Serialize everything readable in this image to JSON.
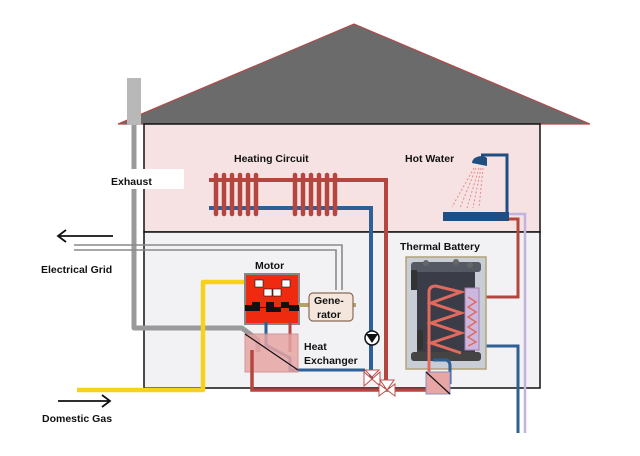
{
  "title": "Combined heat and power house diagram",
  "labels": {
    "heating_circuit": "Heating Circuit",
    "hot_water": "Hot Water",
    "exhaust": "Exhaust",
    "electrical_grid": "Electrical Grid",
    "motor": "Motor",
    "generator_line1": "Gene-",
    "generator_line2": "rator",
    "heat_exchanger_line1": "Heat",
    "heat_exchanger_line2": "Exchanger",
    "thermal_battery": "Thermal Battery",
    "domestic_gas": "Domestic Gas"
  },
  "colors": {
    "roof": "#6b6b6b",
    "roof_edge": "#b04a4a",
    "upper_floor": "#f6e2e2",
    "lower_floor": "#f2f2f4",
    "hot_pipe": "#b5463f",
    "cold_pipe": "#2e5f95",
    "gas_pipe": "#f7d21a",
    "exhaust_pipe": "#9a9a9a",
    "chimney": "#b8b8b8",
    "motor": "#ee2a10",
    "generator": "#f4e6dc",
    "heat_exchanger": "#e8a5a5",
    "storage": "#ccb8de",
    "fresh_water": "#c3b4dc"
  }
}
